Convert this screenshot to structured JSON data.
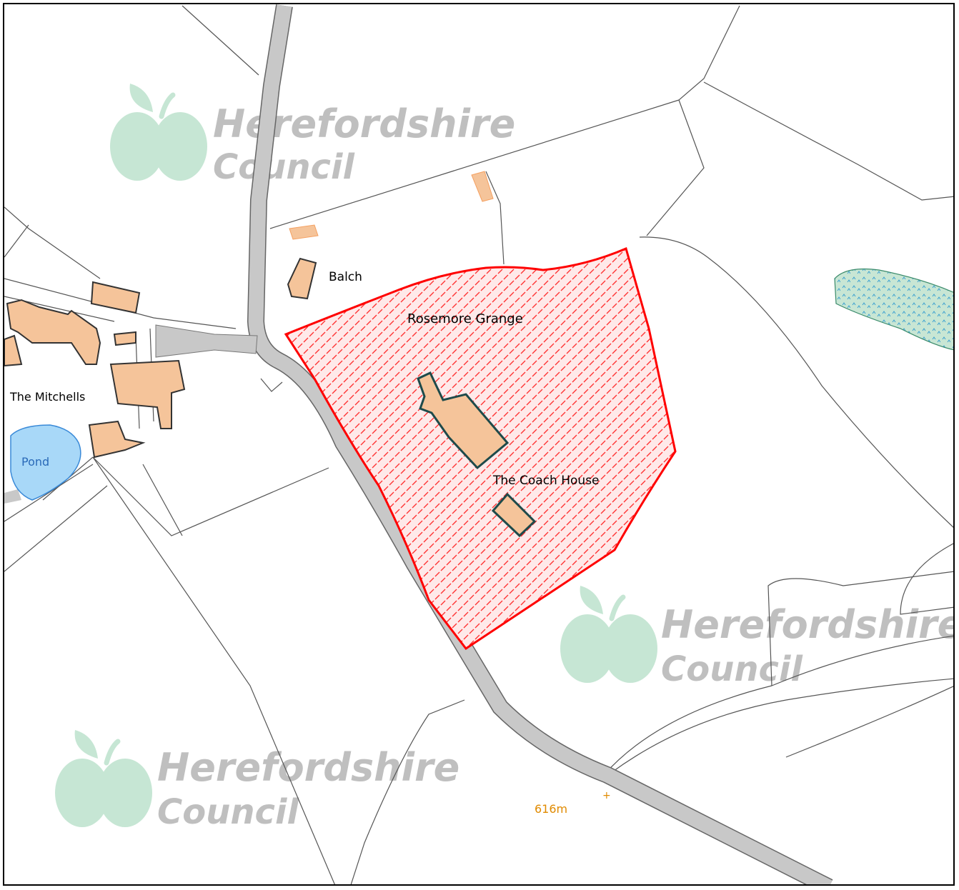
{
  "map": {
    "labels": {
      "balch": "Balch",
      "rosemore_grange": "Rosemore Grange",
      "the_mitchells": "The Mitchells",
      "pond": "Pond",
      "coach_house": "The Coach House",
      "spot_height": "616m"
    },
    "watermark": {
      "line1": "Herefordshire",
      "line2": "Council"
    },
    "colors": {
      "boundary": "#ff0000",
      "building": "#f5c49a",
      "road": "#c8c8c8",
      "water": "#a8d8f8",
      "marsh": "#c8e6d4",
      "watermark_apple": "#c6e6d4",
      "watermark_text": "#bfbfbf",
      "spot_height": "#e08a00"
    }
  }
}
